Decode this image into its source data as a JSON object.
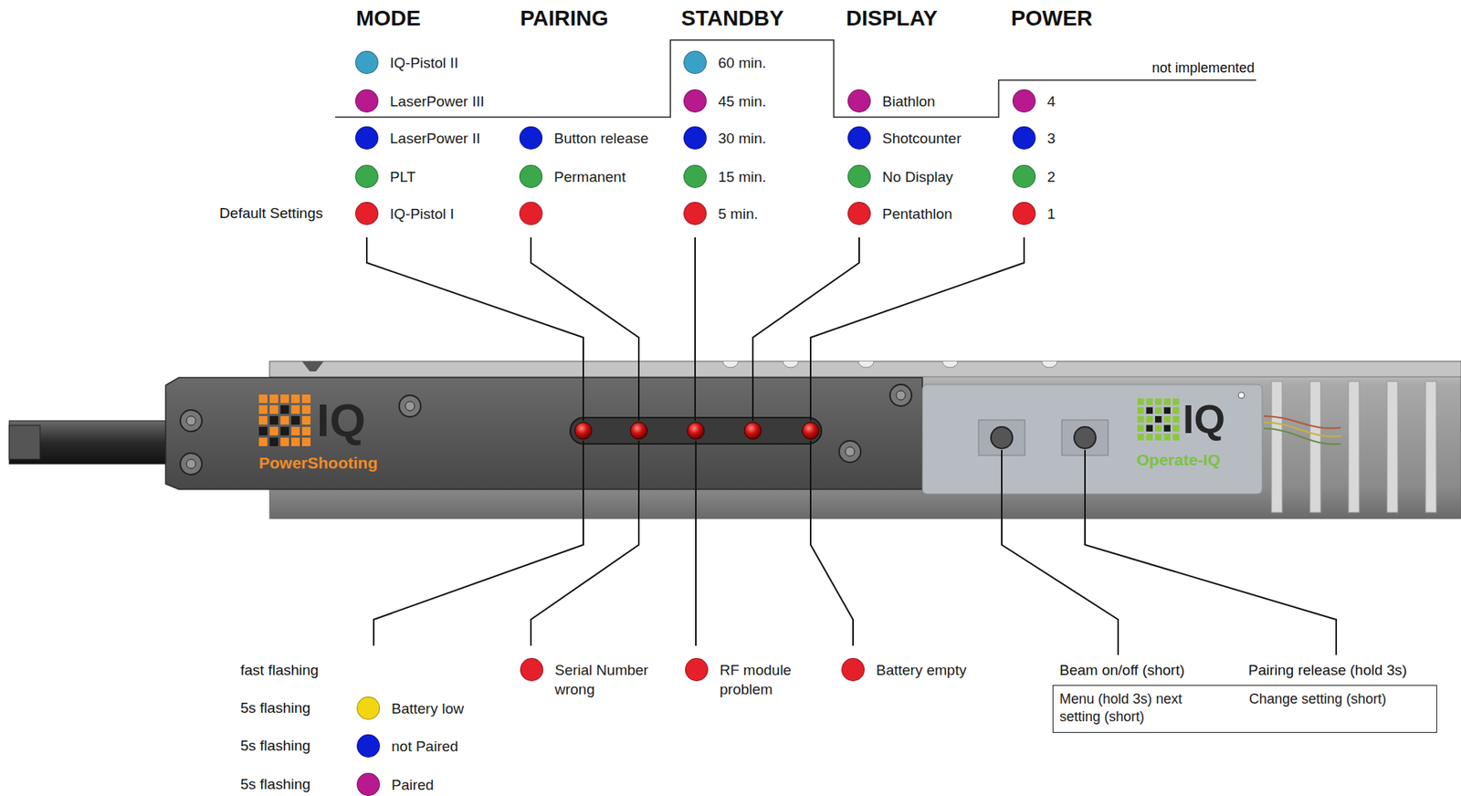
{
  "diagram": {
    "nodes": [
      {
        "text": [
          "Menu (hold 3s) next setting (short)",
          "Change setting (short)"
        ]
      }
    ],
    "labels": [
      "MODE",
      "PAIRING",
      "STANDBY",
      "DISPLAY",
      "POWER",
      "not implemented",
      "Default Settings",
      "IQ",
      "PowerShooting",
      "IQ",
      "Operate-IQ",
      "fast flashing",
      "5s flashing",
      "5s flashing",
      "5s flashing",
      "Beam on/off (short)",
      "Pairing release (hold 3s)"
    ],
    "legend": [
      {
        "text": "IQ-Pistol II",
        "color": "#3aa0c8"
      },
      {
        "text": "LaserPower III",
        "color": "#b8198e"
      },
      {
        "text": "LaserPower II",
        "color": "#0b1ed6"
      },
      {
        "text": "PLT",
        "color": "#3aa84b"
      },
      {
        "text": "IQ-Pistol I",
        "color": "#e5202a"
      },
      {
        "text": "Button release",
        "color": "#0b1ed6"
      },
      {
        "text": "Permanent",
        "color": "#3aa84b"
      },
      {
        "text": "60 min.",
        "color": "#3aa0c8"
      },
      {
        "text": "45 min.",
        "color": "#b8198e"
      },
      {
        "text": "30 min.",
        "color": "#0b1ed6"
      },
      {
        "text": "15 min.",
        "color": "#3aa84b"
      },
      {
        "text": "5 min.",
        "color": "#e5202a"
      },
      {
        "text": "Biathlon",
        "color": "#b8198e"
      },
      {
        "text": "Shotcounter",
        "color": "#0b1ed6"
      },
      {
        "text": "No Display",
        "color": "#3aa84b"
      },
      {
        "text": "Pentathlon",
        "color": "#e5202a"
      },
      {
        "text": "4",
        "color": "#b8198e"
      },
      {
        "text": "3",
        "color": "#0b1ed6"
      },
      {
        "text": "2",
        "color": "#3aa84b"
      },
      {
        "text": "1",
        "color": "#e5202a"
      },
      {
        "text": "Serial Number wrong",
        "color": "#e5202a"
      },
      {
        "text": "RF module problem",
        "color": "#e5202a"
      },
      {
        "text": "Battery empty",
        "color": "#e5202a"
      },
      {
        "text": "Battery low",
        "color": "#f2d60f"
      },
      {
        "text": "not Paired",
        "color": "#0b1ed6"
      },
      {
        "text": "Paired",
        "color": "#b8198e"
      }
    ]
  }
}
